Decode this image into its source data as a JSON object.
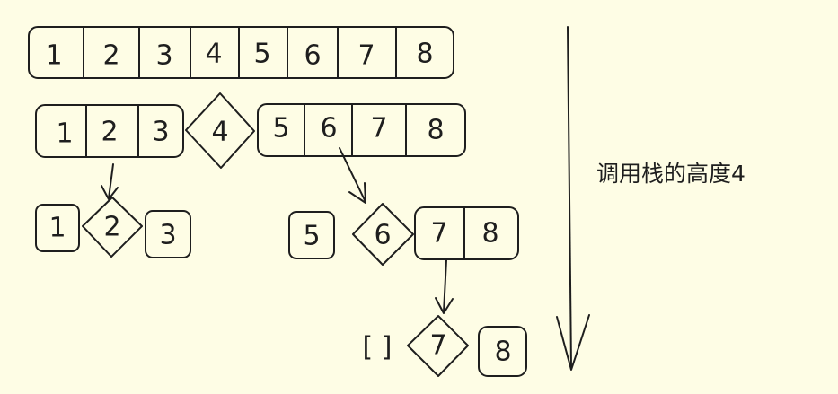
{
  "diagram": {
    "level0": [
      "1",
      "2",
      "3",
      "4",
      "5",
      "6",
      "7",
      "8"
    ],
    "level1": {
      "left": [
        "1",
        "2",
        "3"
      ],
      "pivot": "4",
      "right": [
        "5",
        "6",
        "7",
        "8"
      ]
    },
    "level2_left": {
      "left": "1",
      "pivot": "2",
      "right": "3"
    },
    "level2_right": {
      "left": "5",
      "pivot": "6",
      "right": [
        "7",
        "8"
      ]
    },
    "level3": {
      "left": "[ ]",
      "pivot": "7",
      "right": "8"
    },
    "stack_label": "调用栈的高度4"
  },
  "colors": {
    "background": "#fefde5",
    "stroke": "#1e1e1e"
  }
}
